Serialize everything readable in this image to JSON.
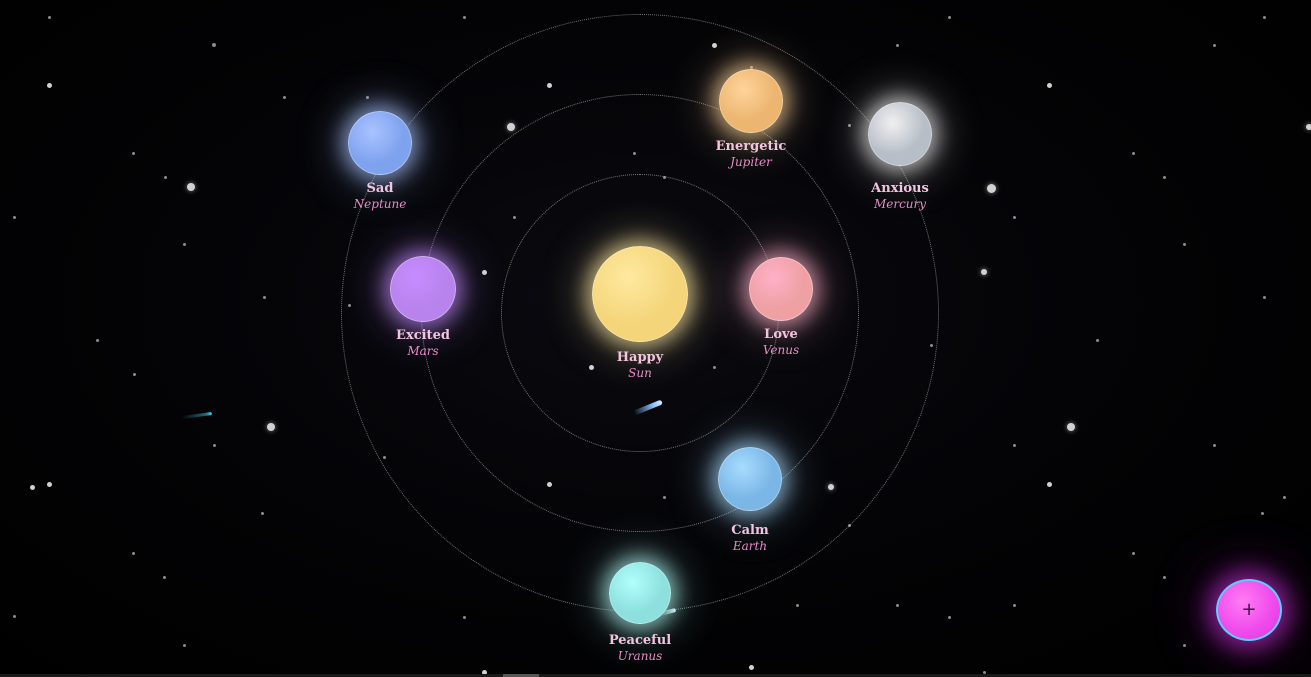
{
  "planets": [
    {
      "id": "sun",
      "mood": "Happy",
      "name": "Sun",
      "color": "#f4d57a",
      "glow": "#ffe9a0"
    },
    {
      "id": "venus",
      "mood": "Love",
      "name": "Venus",
      "color": "#eea0a3",
      "glow": "#ffb0c8"
    },
    {
      "id": "mars",
      "mood": "Excited",
      "name": "Mars",
      "color": "#b883ec",
      "glow": "#c58cff"
    },
    {
      "id": "jupiter",
      "mood": "Energetic",
      "name": "Jupiter",
      "color": "#ecb570",
      "glow": "#ffd49a"
    },
    {
      "id": "neptune",
      "mood": "Sad",
      "name": "Neptune",
      "color": "#7fa2ef",
      "glow": "#a9c3ff"
    },
    {
      "id": "mercury",
      "mood": "Anxious",
      "name": "Mercury",
      "color": "#b8bec8",
      "glow": "#f0f0f0"
    },
    {
      "id": "earth",
      "mood": "Calm",
      "name": "Earth",
      "color": "#7ab6e6",
      "glow": "#a8dcff"
    },
    {
      "id": "uranus",
      "mood": "Peaceful",
      "name": "Uranus",
      "color": "#8de0de",
      "glow": "#b2fffc"
    }
  ],
  "add_button": {
    "label": "+",
    "color": "#f04cec"
  },
  "accent": {
    "mood_label": "#f2c4df",
    "planet_label": "#e58cc6"
  }
}
